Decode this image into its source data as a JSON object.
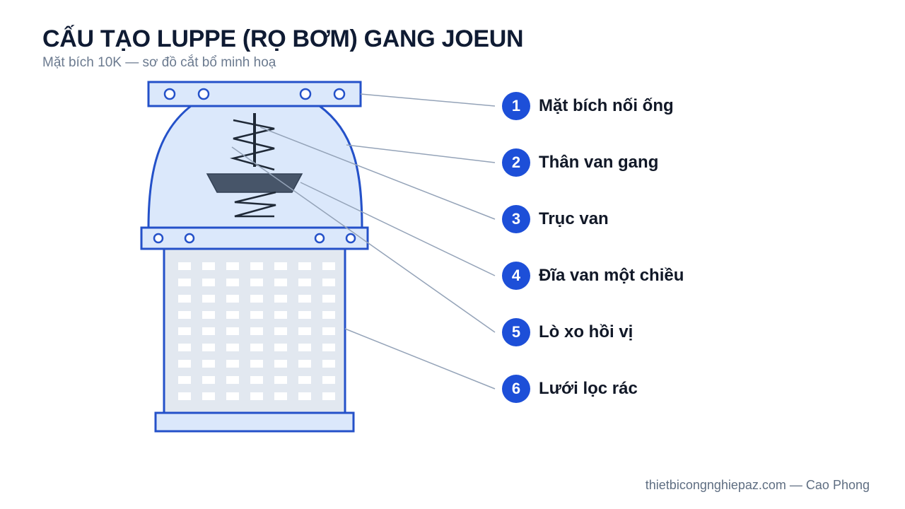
{
  "header": {
    "title": "CẤU TẠO LUPPE (RỌ BƠM) GANG JOEUN",
    "subtitle": "Mặt bích 10K — sơ đồ cắt bổ minh hoạ"
  },
  "legend": [
    {
      "number": "1",
      "label": "Mặt bích nối ống"
    },
    {
      "number": "2",
      "label": "Thân van gang"
    },
    {
      "number": "3",
      "label": "Trục van"
    },
    {
      "number": "4",
      "label": "Đĩa van một chiều"
    },
    {
      "number": "5",
      "label": "Lò xo hồi vị"
    },
    {
      "number": "6",
      "label": "Lưới lọc rác"
    }
  ],
  "footer": {
    "credit": "thietbicongnghiepaz.com — Cao Phong"
  },
  "colors": {
    "outline": "#2451c9",
    "body_fill": "#dbe8fb",
    "screen_fill": "#e2e8f0",
    "disc_fill": "#475569",
    "spring": "#1f2937",
    "leader": "#94a3b8",
    "badge": "#1d4fd8"
  }
}
